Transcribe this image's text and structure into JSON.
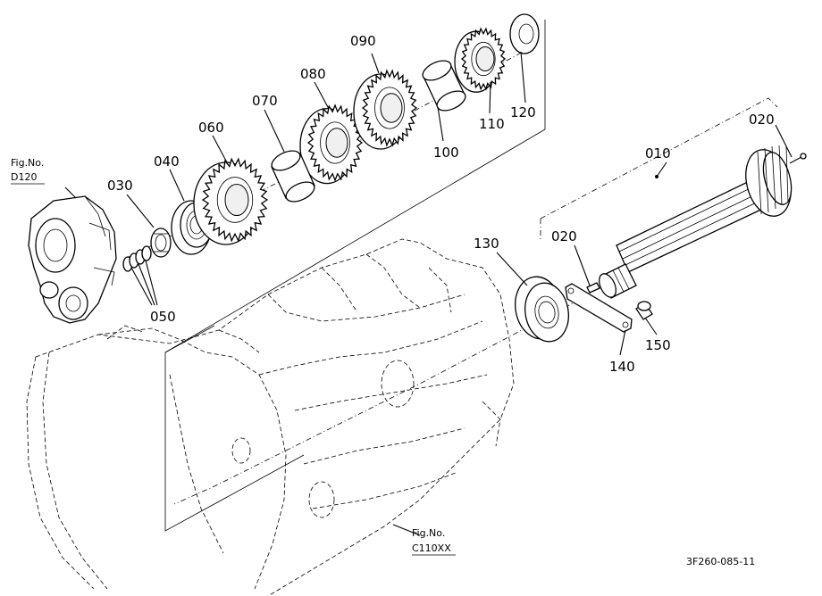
{
  "diagram": {
    "drawing_code": "3F260-085-11",
    "fig_refs": [
      {
        "label": "Fig.No.",
        "code": "D120"
      },
      {
        "label": "Fig.No.",
        "code": "C110XX"
      }
    ],
    "part_labels": [
      "010",
      "020",
      "020",
      "030",
      "040",
      "050",
      "060",
      "070",
      "080",
      "090",
      "100",
      "110",
      "120",
      "130",
      "140",
      "150"
    ]
  }
}
